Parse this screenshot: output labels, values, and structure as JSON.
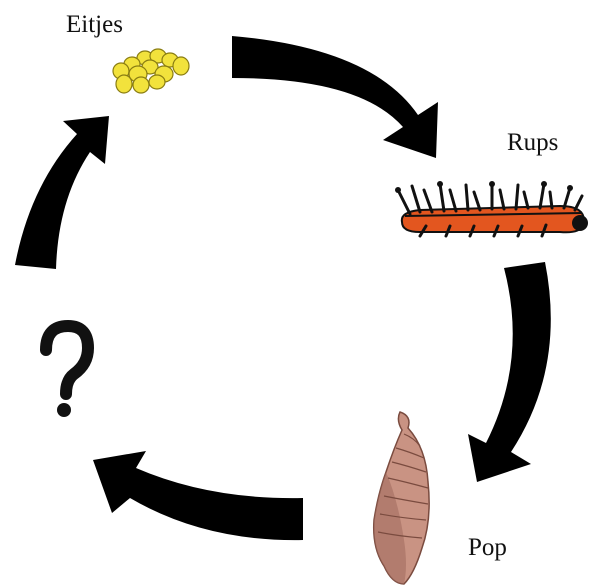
{
  "stages": [
    {
      "id": "eggs",
      "label": "Eitjes"
    },
    {
      "id": "caterpillar",
      "label": "Rups"
    },
    {
      "id": "pupa",
      "label": "Pop"
    },
    {
      "id": "unknown",
      "label": "?"
    }
  ],
  "colors": {
    "arrow": "#000000",
    "egg_fill": "#f2e23c",
    "egg_stroke": "#8a7d12",
    "caterpillar_body": "#e3561f",
    "pupa_fill": "#c99383",
    "pupa_shadow": "#9f6a5c"
  }
}
